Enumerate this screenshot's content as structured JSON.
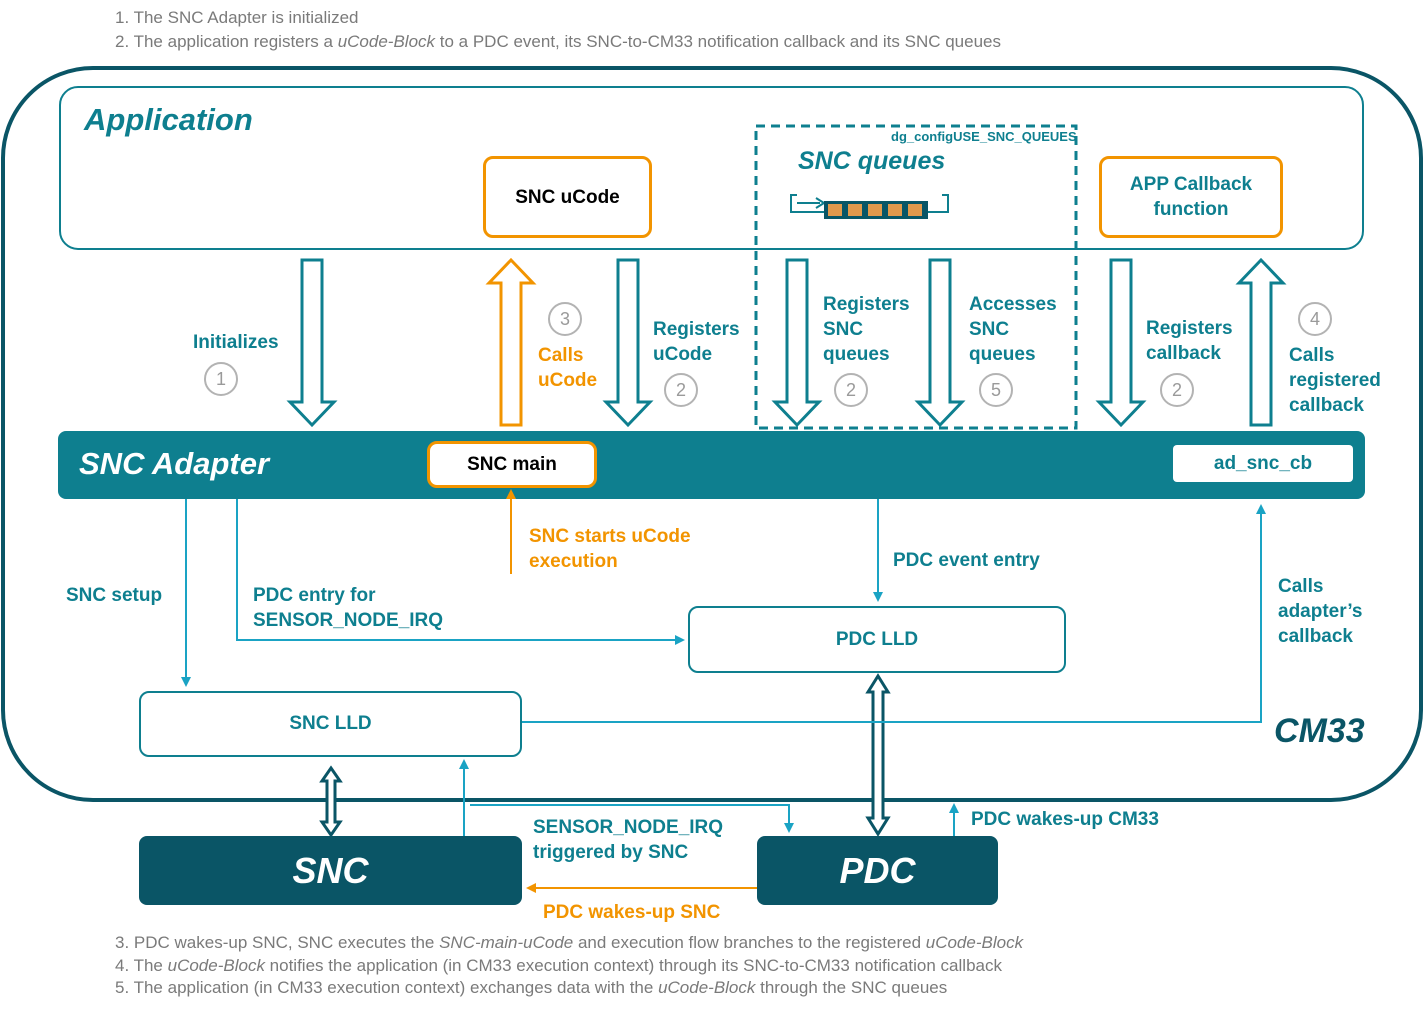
{
  "notes_top": [
    {
      "num": "1.",
      "parts": [
        {
          "t": "The SNC Adapter is initialized",
          "i": false
        }
      ]
    },
    {
      "num": "2.",
      "parts": [
        {
          "t": "The application registers a ",
          "i": false
        },
        {
          "t": "uCode-Block",
          "i": true
        },
        {
          "t": " to a PDC event, its SNC-to-CM33 notification callback and its SNC queues",
          "i": false
        }
      ]
    }
  ],
  "notes_bottom": [
    {
      "num": "3.",
      "parts": [
        {
          "t": "PDC wakes-up SNC, SNC executes the ",
          "i": false
        },
        {
          "t": "SNC-main-uCode",
          "i": true
        },
        {
          "t": " and execution flow branches to the registered ",
          "i": false
        },
        {
          "t": "uCode-Block",
          "i": true
        }
      ]
    },
    {
      "num": "4.",
      "parts": [
        {
          "t": "The ",
          "i": false
        },
        {
          "t": "uCode-Block",
          "i": true
        },
        {
          "t": " notifies the application (in CM33 execution context) through its SNC-to-CM33 notification callback",
          "i": false
        }
      ]
    },
    {
      "num": "5.",
      "parts": [
        {
          "t": "The application (in CM33 execution context) exchanges data with the ",
          "i": false
        },
        {
          "t": "uCode-Block",
          "i": true
        },
        {
          "t": " through the SNC queues",
          "i": false
        }
      ]
    }
  ],
  "labels": {
    "application": "Application",
    "cm33": "CM33",
    "snc_ucode": "SNC uCode",
    "snc_queues_config": "dg_configUSE_SNC_QUEUES",
    "snc_queues": "SNC queues",
    "app_callback": "APP Callback\nfunction",
    "snc_adapter": "SNC Adapter",
    "snc_main": "SNC main",
    "ad_snc_cb": "ad_snc_cb",
    "pdc_lld": "PDC LLD",
    "snc_lld": "SNC LLD",
    "snc": "SNC",
    "pdc": "PDC"
  },
  "arrows": {
    "initializes": "Initializes",
    "calls_ucode": "Calls\nuCode",
    "registers_ucode": "Registers\nuCode",
    "registers_snc_queues": "Registers\nSNC\nqueues",
    "accesses_snc_queues": "Accesses\nSNC\nqueues",
    "registers_callback": "Registers\ncallback",
    "calls_registered_callback": "Calls\nregistered\ncallback",
    "snc_starts_ucode": "SNC starts uCode\nexecution",
    "pdc_event_entry": "PDC event entry",
    "snc_setup": "SNC setup",
    "pdc_entry_irq": "PDC entry for\nSENSOR_NODE_IRQ",
    "calls_adapter_callback": "Calls\nadapter’s\ncallback",
    "sensor_node_irq": "SENSOR_NODE_IRQ\ntriggered by SNC",
    "pdc_wakes_cm33": "PDC wakes-up CM33",
    "pdc_wakes_snc": "PDC wakes-up SNC"
  },
  "steps": {
    "init": "1",
    "calls_ucode": "3",
    "reg_ucode": "2",
    "reg_queues": "2",
    "access_queues": "5",
    "reg_callback": "2",
    "calls_cb": "4"
  },
  "colors": {
    "teal": "#0e7f8f",
    "dark_teal": "#0a5566",
    "orange": "#f29400",
    "cyan_line": "#1aa3c4",
    "grey": "#9a9a9a"
  }
}
